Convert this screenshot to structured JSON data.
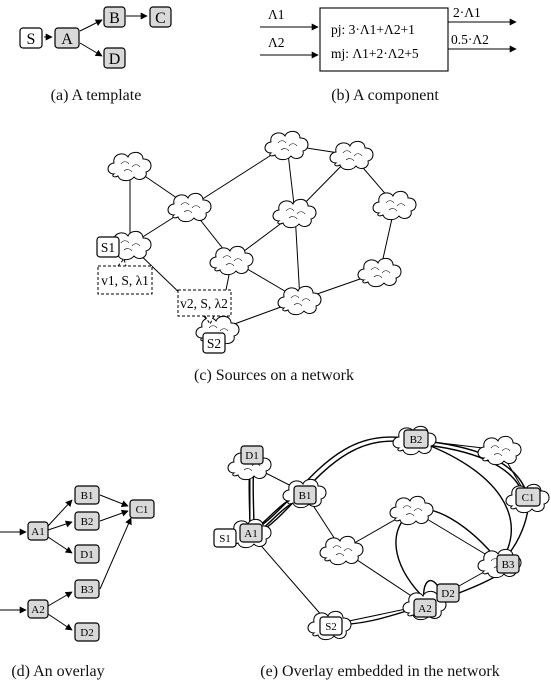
{
  "captions": {
    "a": "(a) A template",
    "b": "(b) A component",
    "c": "(c) Sources on a network",
    "d": "(d) An overlay",
    "e": "(e) Overlay embedded in the network"
  },
  "template": {
    "nodes": [
      "S",
      "A",
      "B",
      "C",
      "D"
    ]
  },
  "component": {
    "in1": "Λ1",
    "in2": "Λ2",
    "p_line": "pj: 3·Λ1+Λ2+1",
    "m_line": "mj: Λ1+2·Λ2+5",
    "out1": "2·Λ1",
    "out2": "0.5·Λ2"
  },
  "network": {
    "s1": "S1",
    "s2": "S2",
    "bubble1": "v1, S, λ1",
    "bubble2": "v2, S, λ2"
  },
  "overlay": {
    "nodes": [
      "A1",
      "A2",
      "B1",
      "B2",
      "B3",
      "C1",
      "D1",
      "D2"
    ]
  },
  "embedded": {
    "nodes": [
      "S1",
      "S2",
      "A1",
      "A2",
      "B1",
      "B2",
      "B3",
      "C1",
      "D1",
      "D2"
    ]
  }
}
